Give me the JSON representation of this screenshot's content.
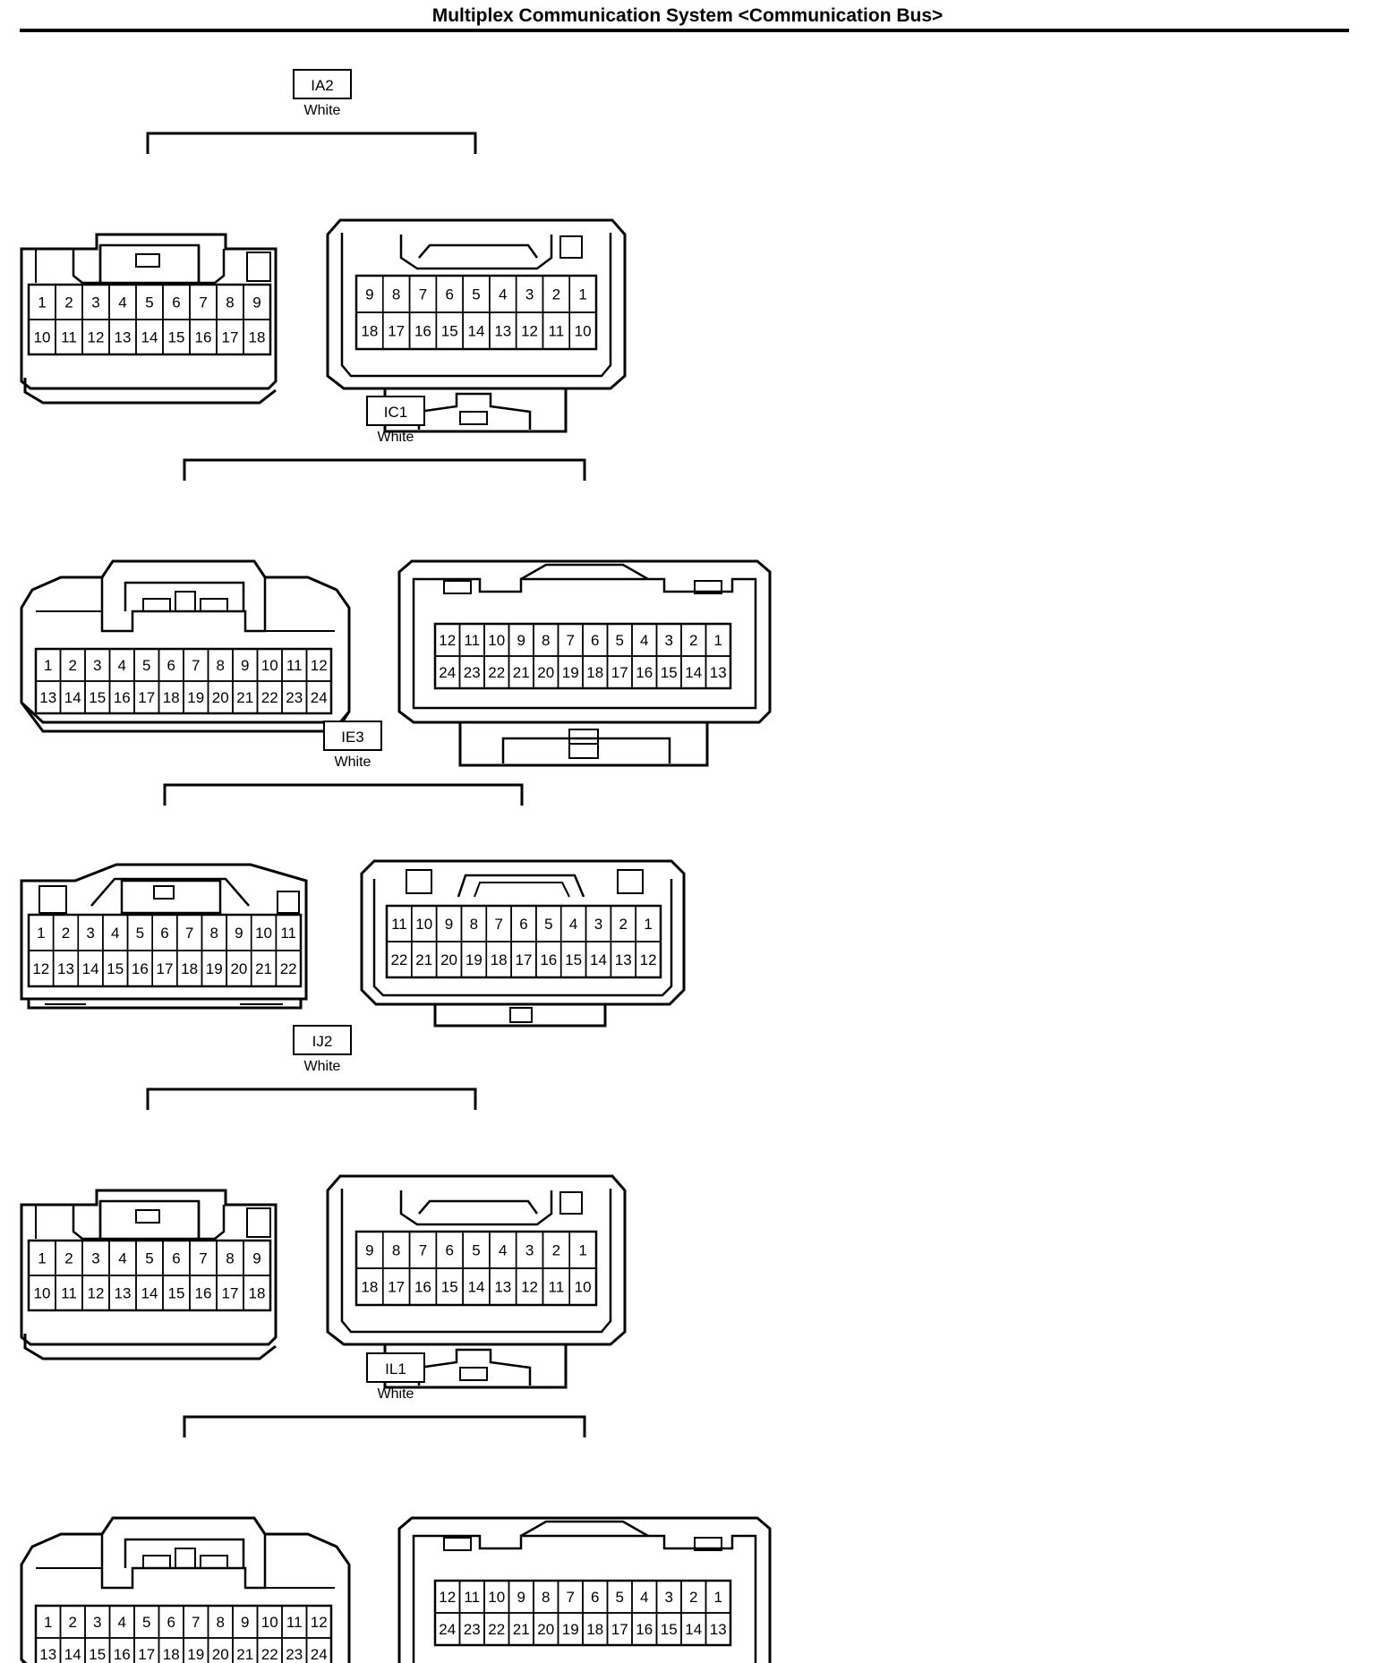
{
  "page": {
    "title": "Multiplex Communication System <Communication Bus>"
  },
  "colors": {
    "line": "#000000",
    "background": "#ffffff"
  },
  "connectors": [
    {
      "code": "IA2",
      "color": "White",
      "shape": "type-a",
      "rows_left": [
        [
          1,
          2,
          3,
          4,
          5,
          6,
          7,
          8,
          9
        ],
        [
          10,
          11,
          12,
          13,
          14,
          15,
          16,
          17,
          18
        ]
      ],
      "rows_right": [
        [
          9,
          8,
          7,
          6,
          5,
          4,
          3,
          2,
          1
        ],
        [
          18,
          17,
          16,
          15,
          14,
          13,
          12,
          11,
          10
        ]
      ]
    },
    {
      "code": "IC1",
      "color": "White",
      "shape": "type-b",
      "rows_left": [
        [
          1,
          2,
          3,
          4,
          5,
          6,
          7,
          8,
          9,
          10,
          11,
          12
        ],
        [
          13,
          14,
          15,
          16,
          17,
          18,
          19,
          20,
          21,
          22,
          23,
          24
        ]
      ],
      "rows_right": [
        [
          12,
          11,
          10,
          9,
          8,
          7,
          6,
          5,
          4,
          3,
          2,
          1
        ],
        [
          24,
          23,
          22,
          21,
          20,
          19,
          18,
          17,
          16,
          15,
          14,
          13
        ]
      ]
    },
    {
      "code": "IE3",
      "color": "White",
      "shape": "type-c",
      "rows_left": [
        [
          1,
          2,
          3,
          4,
          5,
          6,
          7,
          8,
          9,
          10,
          11
        ],
        [
          12,
          13,
          14,
          15,
          16,
          17,
          18,
          19,
          20,
          21,
          22
        ]
      ],
      "rows_right": [
        [
          11,
          10,
          9,
          8,
          7,
          6,
          5,
          4,
          3,
          2,
          1
        ],
        [
          22,
          21,
          20,
          19,
          18,
          17,
          16,
          15,
          14,
          13,
          12
        ]
      ]
    },
    {
      "code": "IJ2",
      "color": "White",
      "shape": "type-a",
      "rows_left": [
        [
          1,
          2,
          3,
          4,
          5,
          6,
          7,
          8,
          9
        ],
        [
          10,
          11,
          12,
          13,
          14,
          15,
          16,
          17,
          18
        ]
      ],
      "rows_right": [
        [
          9,
          8,
          7,
          6,
          5,
          4,
          3,
          2,
          1
        ],
        [
          18,
          17,
          16,
          15,
          14,
          13,
          12,
          11,
          10
        ]
      ]
    },
    {
      "code": "IL1",
      "color": "White",
      "shape": "type-b",
      "rows_left": [
        [
          1,
          2,
          3,
          4,
          5,
          6,
          7,
          8,
          9,
          10,
          11,
          12
        ],
        [
          13,
          14,
          15,
          16,
          17,
          18,
          19,
          20,
          21,
          22,
          23,
          24
        ]
      ],
      "rows_right": [
        [
          12,
          11,
          10,
          9,
          8,
          7,
          6,
          5,
          4,
          3,
          2,
          1
        ],
        [
          24,
          23,
          22,
          21,
          20,
          19,
          18,
          17,
          16,
          15,
          14,
          13
        ]
      ]
    }
  ]
}
